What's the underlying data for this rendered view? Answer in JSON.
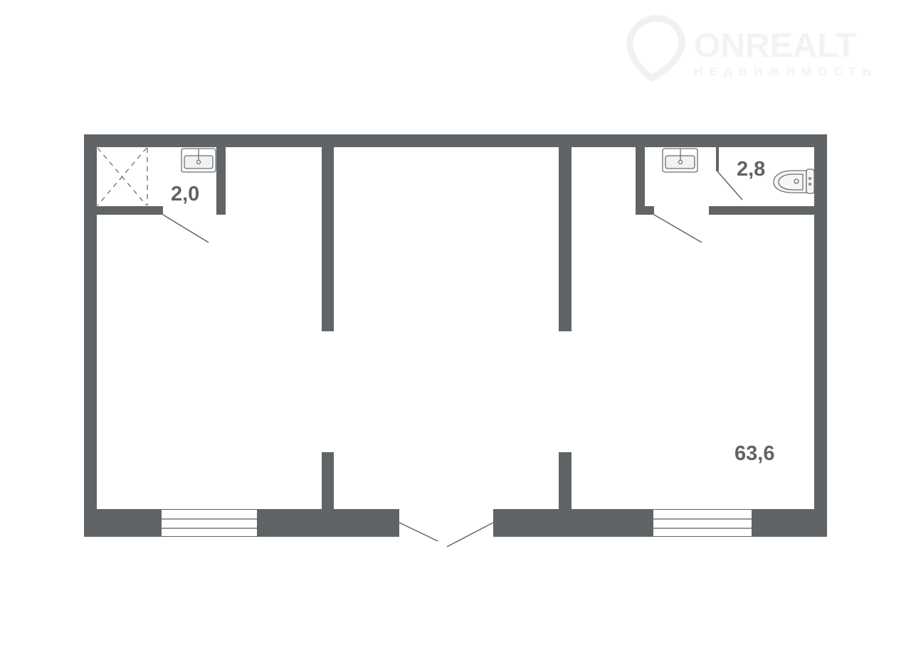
{
  "watermark": {
    "brand": "ONREALT",
    "tagline": "НЕДВИЖИМОСТЬ"
  },
  "rooms": {
    "bathroom_left_area": "2,0",
    "bathroom_right_area": "2,8",
    "main_area": "63,6"
  },
  "colors": {
    "wall": "#606466",
    "fixture": "#6b6f72",
    "background": "#ffffff"
  }
}
